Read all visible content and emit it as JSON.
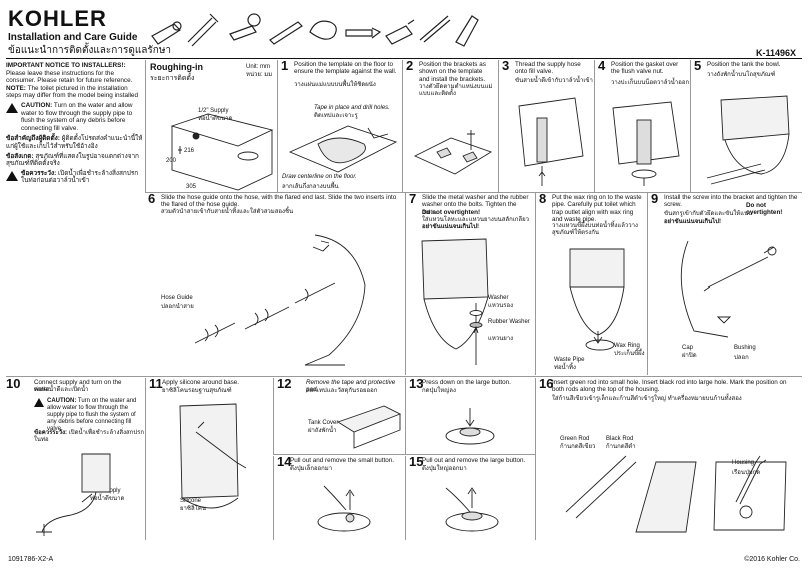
{
  "header": {
    "brand": "KOHLER",
    "title_en": "Installation and Care Guide",
    "title_th": "ข้อแนะนำการติดตั้งและการดูแลรักษา",
    "model": "K-11496X"
  },
  "notice": {
    "title": "IMPORTANT NOTICE TO INSTALLERS!:",
    "line1": "Please leave these instructions for the consumer. Please retain for future reference.",
    "note_label": "NOTE:",
    "note": "The toilet pictured in the installation steps may differ from the model being installed",
    "caution_label": "CAUTION:",
    "caution": "Turn on the water and allow water to flow through the supply pipe to flush the system of any debris before connecting fill valve.",
    "th1_label": "ข้อสำคัญถึงผู้ติดตั้ง:",
    "th1": "ผู้ติดตั้งโปรดส่งคำแนะนำนี้ให้แก่ผู้ใช้และเก็บไว้สำหรับใช้อ้างอิง",
    "th2_label": "ข้อสังเกต:",
    "th2": "สุขภัณฑ์ที่แสดงในรูปอาจแตกต่างจากสุขภัณฑ์ที่ติดตั้งจริง",
    "th3_label": "ข้อควรระวัง:",
    "th3": "เปิดน้ำเพื่อชำระล้างสิ่งสกปรกในท่อก่อนต่อวาล์วน้ำเข้า"
  },
  "roughing": {
    "title": "Roughing-in",
    "title_th": "ระยะการติดตั้ง",
    "unit": "Unit: mm",
    "unit_th": "หน่วย: มม",
    "supply": "1/2\" Supply",
    "supply_th": "ท่อน้ำดีขนาด",
    "dim1": "216",
    "dim2": "200",
    "dim3": "305"
  },
  "steps": [
    {
      "n": "1",
      "en": "Position the template on the floor to ensure the template against the wall.",
      "th": "วางแผ่นแม่แบบบนพื้นให้ชิดผนัง",
      "note1": "Tape in place and drill holes.",
      "note1_th": "ติดเทปและเจาะรู",
      "note2": "Draw centerline on the floor.",
      "note2_th": "ลากเส้นกึ่งกลางบนพื้น"
    },
    {
      "n": "2",
      "en": "Position the brackets as shown on the template and install the brackets.",
      "th": "วางตัวยึดตามตำแหน่งบนแม่แบบและติดตั้ง"
    },
    {
      "n": "3",
      "en": "Thread the supply hose onto fill valve.",
      "th": "ขันสายน้ำดีเข้ากับวาล์วน้ำเข้า"
    },
    {
      "n": "4",
      "en": "Position the gasket over the flush valve nut.",
      "th": "วางปะเก็นบนน็อตวาล์วน้ำออก"
    },
    {
      "n": "5",
      "en": "Position the tank the bowl.",
      "th": "วางถังพักน้ำบนโถสุขภัณฑ์"
    },
    {
      "n": "6",
      "en": "Slide the hose guide onto the hose, with the flared end last. Slide the two inserts into the flared of the hose guide.",
      "th": "สวมตัวนำสายเข้ากับสายน้ำทิ้งและใส่ตัวสวมสองชิ้น",
      "lbl1": "Hose Guide",
      "lbl1_th": "ปลอกนำสาย"
    },
    {
      "n": "7",
      "en": "Slide the metal washer and the rubber washer onto the bolts. Tighten the bolts.",
      "bold": "Do not overtighten!",
      "th": "ใส่แหวนโลหะและแหวนยางบนสลักเกลียว",
      "th_bold": "อย่าขันแน่นจนเกินไป!",
      "lbl1": "Washer",
      "lbl1_th": "แหวนรอง",
      "lbl2": "Rubber Washer",
      "lbl2_th": "แหวนยาง"
    },
    {
      "n": "8",
      "en": "Put the wax ring on to the waste pipe. Carefully put toilet which trap outlet align with wax ring and waste pipe.",
      "th": "วางแหวนขี้ผึ้งบนท่อน้ำทิ้งแล้ววางสุขภัณฑ์ให้ตรงกัน",
      "lbl1": "Wax Ring",
      "lbl1_th": "ประเก็นขี้ผึ้ง",
      "lbl2": "Waste Pipe",
      "lbl2_th": "ท่อน้ำทิ้ง"
    },
    {
      "n": "9",
      "en": "Install the screw into the bracket and tighten the screw.",
      "bold": "Do not overtighten!",
      "th": "ขันสกรูเข้ากับตัวยึดและขันให้แน่น",
      "th_bold": "อย่าขันแน่นจนเกินไป!",
      "lbl1": "Cap",
      "lbl1_th": "ฝาปิด",
      "lbl2": "Bushing",
      "lbl2_th": "ปลอก"
    },
    {
      "n": "10",
      "en": "Connect supply and turn on the water.",
      "th": "ต่อท่อน้ำดีและเปิดน้ำ",
      "caution_label": "CAUTION:",
      "caution": "Turn on the water and allow water to flow through the supply pipe to flush the system of any debris before connecting fill valve.",
      "th_label": "ข้อควรระวัง:",
      "th_c": "เปิดน้ำเพื่อชำระล้างสิ่งสกปรกในท่อ",
      "lbl1": "1/2\" Supply",
      "lbl1_th": "ท่อน้ำดีขนาด"
    },
    {
      "n": "11",
      "en": "Apply silicone around base.",
      "th": "ยาซิลิโคนรอบฐานสุขภัณฑ์",
      "lbl1": "Silicone",
      "lbl1_th": "ยาซิลิโคน"
    },
    {
      "n": "12",
      "en": "Remove the tape and protective pad.",
      "th": "ลอกเทปและวัสดุกันรอยออก",
      "lbl1": "Tank Cover",
      "lbl1_th": "ฝาถังพักน้ำ"
    },
    {
      "n": "13",
      "en": "Press down on the large button.",
      "th": "กดปุ่มใหญ่ลง"
    },
    {
      "n": "14",
      "en": "Pull out and remove the small button.",
      "th": "ดึงปุ่มเล็กออกมา"
    },
    {
      "n": "15",
      "en": "Pull out and remove the large button.",
      "th": "ดึงปุ่มใหญ่ออกมา"
    },
    {
      "n": "16",
      "en": "Insert green rod into small hole. Insert black rod into large hole. Mark the position on both rods along the top of the housing.",
      "th": "ใส่ก้านสีเขียวเข้ารูเล็กและก้านสีดำเข้ารูใหญ่ ทำเครื่องหมายบนก้านทั้งสอง",
      "lbl1": "Green Rod",
      "lbl1_th": "ก้านกดสีเขียว",
      "lbl2": "Black Rod",
      "lbl2_th": "ก้านกดสีดำ",
      "lbl3": "Housing",
      "lbl3_th": "เรือนปุ่มกด"
    }
  ],
  "footer": {
    "code": "1091786-X2-A",
    "copyright": "©2016 Kohler Co."
  }
}
